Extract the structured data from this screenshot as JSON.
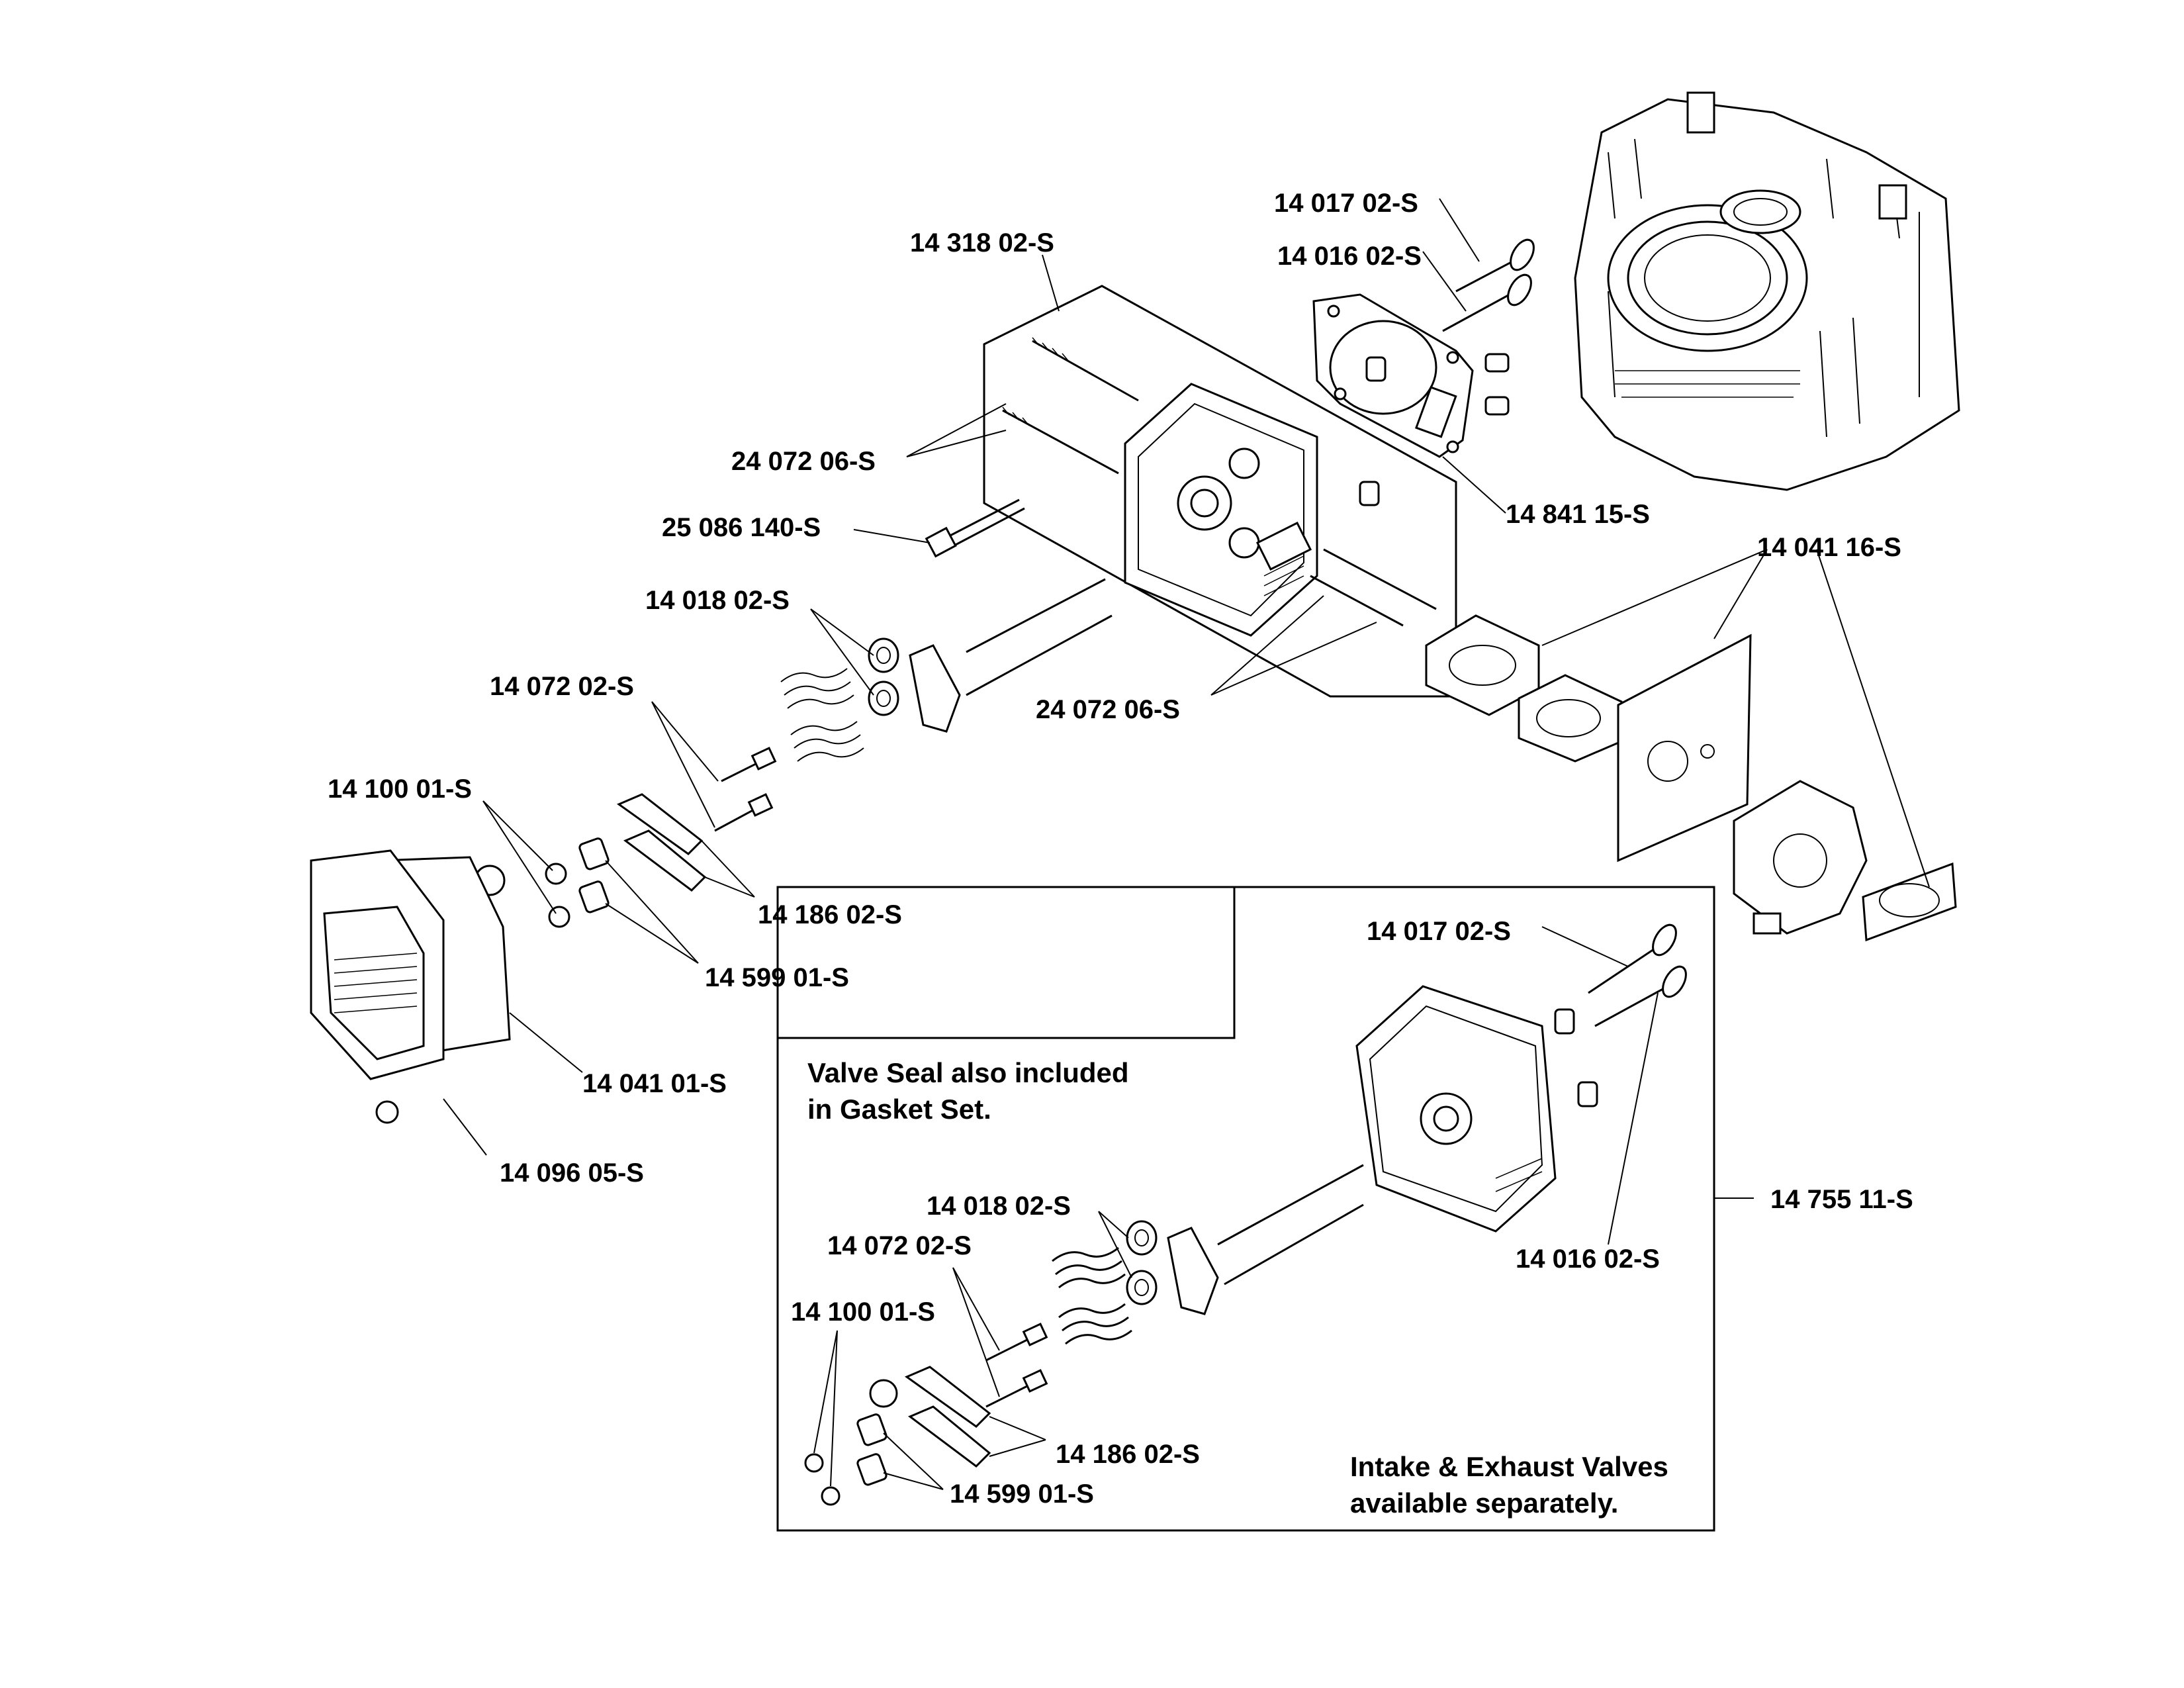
{
  "labels": {
    "cyl_head_assy": "14 318 02-S",
    "stud_upper": "24 072 06-S",
    "bolt": "25 086 140-S",
    "valve_seal_upper": "14 018 02-S",
    "pushrod_guide_upper": "14 072 02-S",
    "nut_upper": "14 100 01-S",
    "rocker_upper": "14 186 02-S",
    "pivot_upper": "14 599 01-S",
    "cover_gasket": "14 041 01-S",
    "cover_screw": "14 096 05-S",
    "stud_lower": "24 072 06-S",
    "intake_valve_upper": "14 017 02-S",
    "exhaust_valve_upper": "14 016 02-S",
    "head_gasket": "14 841 15-S",
    "intake_gaskets": "14 041 16-S",
    "intake_valve_kit": "14 017 02-S",
    "exhaust_valve_kit": "14 016 02-S",
    "kit": "14 755 11-S",
    "valve_seal_kit": "14 018 02-S",
    "pushrod_guide_kit": "14 072 02-S",
    "nut_kit": "14 100 01-S",
    "rocker_kit": "14 186 02-S",
    "pivot_kit": "14 599 01-S"
  },
  "notes": {
    "seal_line1": "Valve Seal also included",
    "seal_line2": "in Gasket Set.",
    "valves_line1": "Intake & Exhaust Valves",
    "valves_line2": "available separately."
  }
}
